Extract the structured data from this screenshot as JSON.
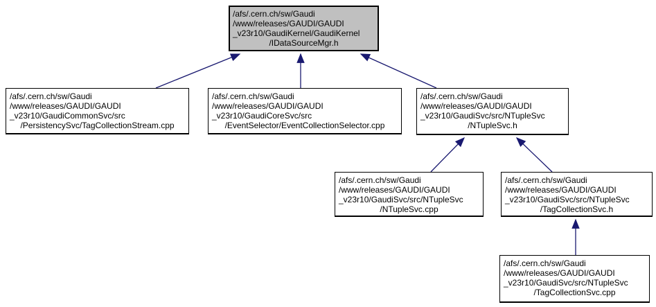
{
  "diagram": {
    "kind": "include-dependency-graph",
    "colors": {
      "arrow": "#191970",
      "header_fill": "#c0c0c0",
      "node_fill": "#ffffff",
      "border": "#000000",
      "text": "#000000"
    },
    "nodes": [
      {
        "id": "idatasourcemgr-h",
        "lines": [
          "/afs/.cern.ch/sw/Gaudi",
          "/www/releases/GAUDI/GAUDI",
          "_v23r10/GaudiKernel/GaudiKernel",
          "/IDataSourceMgr.h"
        ]
      },
      {
        "id": "tagcollectionstream-cpp",
        "lines": [
          "/afs/.cern.ch/sw/Gaudi",
          "/www/releases/GAUDI/GAUDI",
          "_v23r10/GaudiCommonSvc/src",
          "/PersistencySvc/TagCollectionStream.cpp"
        ]
      },
      {
        "id": "eventcollectionselector-cpp",
        "lines": [
          "/afs/.cern.ch/sw/Gaudi",
          "/www/releases/GAUDI/GAUDI",
          "_v23r10/GaudiCoreSvc/src",
          "/EventSelector/EventCollectionSelector.cpp"
        ]
      },
      {
        "id": "ntuplesvc-h",
        "lines": [
          "/afs/.cern.ch/sw/Gaudi",
          "/www/releases/GAUDI/GAUDI",
          "_v23r10/GaudiSvc/src/NTupleSvc",
          "/NTupleSvc.h"
        ]
      },
      {
        "id": "ntuplesvc-cpp",
        "lines": [
          "/afs/.cern.ch/sw/Gaudi",
          "/www/releases/GAUDI/GAUDI",
          "_v23r10/GaudiSvc/src/NTupleSvc",
          "/NTupleSvc.cpp"
        ]
      },
      {
        "id": "tagcollectionsvc-h",
        "lines": [
          "/afs/.cern.ch/sw/Gaudi",
          "/www/releases/GAUDI/GAUDI",
          "_v23r10/GaudiSvc/src/NTupleSvc",
          "/TagCollectionSvc.h"
        ]
      },
      {
        "id": "tagcollectionsvc-cpp",
        "lines": [
          "/afs/.cern.ch/sw/Gaudi",
          "/www/releases/GAUDI/GAUDI",
          "_v23r10/GaudiSvc/src/NTupleSvc",
          "/TagCollectionSvc.cpp"
        ]
      }
    ],
    "edges": [
      {
        "from": "tagcollectionstream-cpp",
        "to": "idatasourcemgr-h"
      },
      {
        "from": "eventcollectionselector-cpp",
        "to": "idatasourcemgr-h"
      },
      {
        "from": "ntuplesvc-h",
        "to": "idatasourcemgr-h"
      },
      {
        "from": "ntuplesvc-cpp",
        "to": "ntuplesvc-h"
      },
      {
        "from": "tagcollectionsvc-h",
        "to": "ntuplesvc-h"
      },
      {
        "from": "tagcollectionsvc-cpp",
        "to": "tagcollectionsvc-h"
      }
    ]
  }
}
